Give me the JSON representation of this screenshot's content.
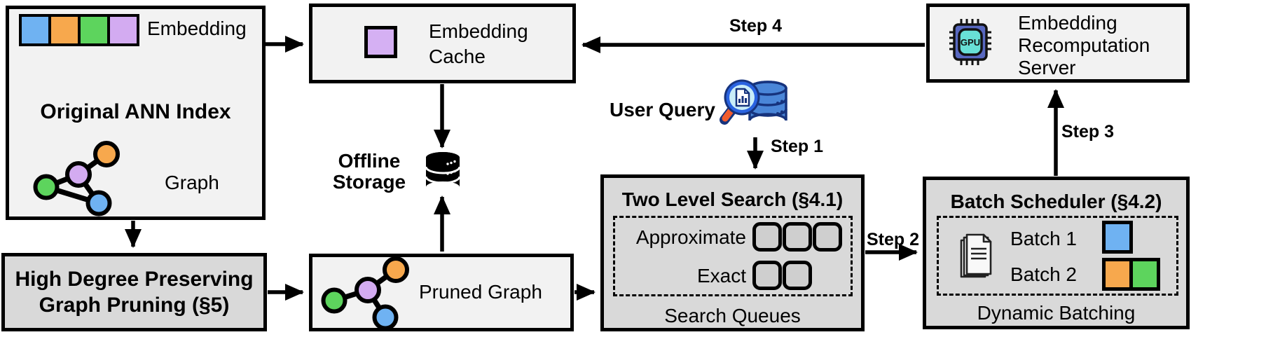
{
  "colors": {
    "blue": "#6FB2F2",
    "orange": "#F7A84D",
    "green": "#5DD45D",
    "purple": "#D3ABF1",
    "cache_purple": "#D5B0F3",
    "light_box": "#F2F2F2",
    "gray_box": "#D9D9D9",
    "slot_fill": "#CFCFCF",
    "chip_body": "#5868C0",
    "chip_core": "#68E0D6",
    "db_blue": "#4A86D8",
    "db_navy": "#16337D",
    "lens_rim": "#2A63E0",
    "lens_fill": "#C9EDF8",
    "handle_orange": "#F15C2E"
  },
  "original_index": {
    "title": "Original ANN Index",
    "embedding_label": "Embedding",
    "graph_label": "Graph",
    "embedding_colors": [
      "#6FB2F2",
      "#F7A84D",
      "#5DD45D",
      "#D3ABF1"
    ]
  },
  "pruning": {
    "line1": "High Degree Preserving",
    "line2": "Graph Pruning (§5)"
  },
  "cache": {
    "line1": "Embedding",
    "line2": "Cache"
  },
  "storage": {
    "line1": "Offline",
    "line2": "Storage"
  },
  "pruned": {
    "label": "Pruned Graph"
  },
  "query": {
    "label": "User Query"
  },
  "steps": {
    "s1": "Step 1",
    "s2": "Step 2",
    "s3": "Step 3",
    "s4": "Step 4"
  },
  "two_level_search": {
    "title": "Two Level Search (§4.1)",
    "approximate_label": "Approximate",
    "exact_label": "Exact",
    "caption": "Search Queues",
    "approximate_slots": 3,
    "exact_slots": 2
  },
  "batch_scheduler": {
    "title": "Batch Scheduler (§4.2)",
    "batch1_label": "Batch 1",
    "batch2_label": "Batch 2",
    "caption": "Dynamic Batching",
    "batch1_colors": [
      "#6FB2F2"
    ],
    "batch2_colors": [
      "#F7A84D",
      "#5DD45D"
    ]
  },
  "server": {
    "line1": "Embedding",
    "line2": "Recomputation",
    "line3": "Server",
    "chip_label": "GPU"
  }
}
